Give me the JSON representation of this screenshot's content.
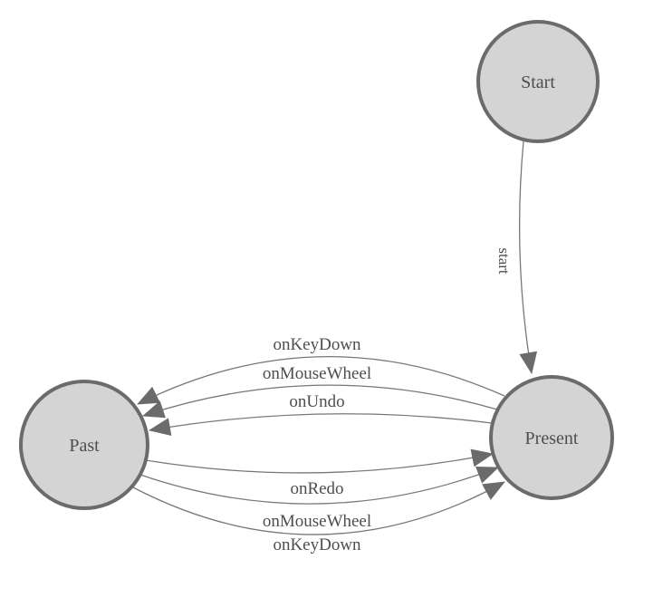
{
  "diagram": {
    "type": "state-machine",
    "colors": {
      "background": "#ffffff",
      "node_fill": "#d4d4d4",
      "node_border": "#6b6b6b",
      "edge_line": "#787878",
      "arrowhead": "#6b6b6b",
      "text": "#4e4e4e"
    },
    "nodes": [
      {
        "id": "start",
        "label": "Start"
      },
      {
        "id": "present",
        "label": "Present"
      },
      {
        "id": "past",
        "label": "Past"
      }
    ],
    "edges": [
      {
        "from": "Start",
        "to": "Present",
        "label": "start"
      },
      {
        "from": "Present",
        "to": "Past",
        "label": "onKeyDown"
      },
      {
        "from": "Present",
        "to": "Past",
        "label": "onMouseWheel"
      },
      {
        "from": "Present",
        "to": "Past",
        "label": "onUndo"
      },
      {
        "from": "Past",
        "to": "Present",
        "label": "onRedo"
      },
      {
        "from": "Past",
        "to": "Present",
        "label": "onMouseWheel"
      },
      {
        "from": "Past",
        "to": "Present",
        "label": "onKeyDown"
      }
    ]
  }
}
